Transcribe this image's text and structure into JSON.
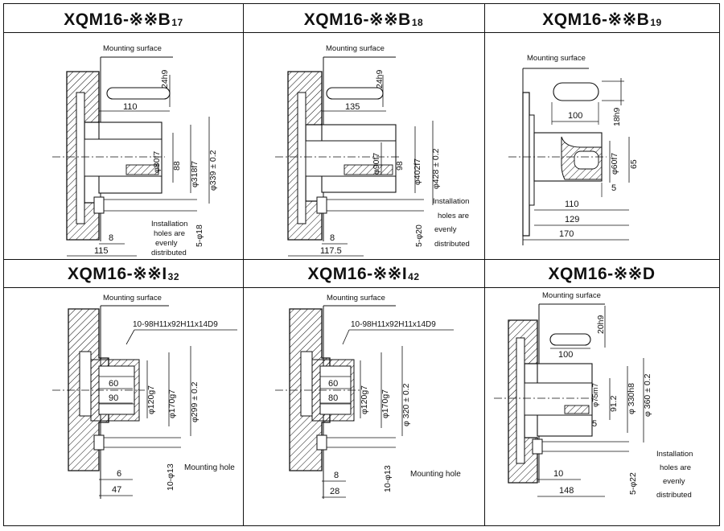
{
  "panels": [
    {
      "id": "b17",
      "title": "XQM16-※※B",
      "sub": "17",
      "mounting_surface": "Mounting surface",
      "shaft_key_len": "110",
      "key_width": "24h9",
      "d_shaft": "φ80f7",
      "d_88": "88",
      "d_pilot": "φ318f7",
      "d_pcd": "φ339 ± 0.2",
      "holes": "5-φ18",
      "bottom_small": "8",
      "bottom_total": "115",
      "note": [
        "Installation",
        "holes are",
        "evenly",
        "distributed"
      ]
    },
    {
      "id": "b18",
      "title": "XQM16-※※B",
      "sub": "18",
      "mounting_surface": "Mounting surface",
      "shaft_key_len": "135",
      "key_width": "24h9",
      "d_shaft": "φ90f7",
      "d_98": "98",
      "d_pilot": "φ402f7",
      "d_pcd": "φ428 ± 0.2",
      "holes": "5-φ20",
      "bottom_small": "8",
      "bottom_total": "117.5",
      "note": [
        "Installation",
        "holes are",
        "evenly",
        "distributed"
      ]
    },
    {
      "id": "b19",
      "title": "XQM16-※※B",
      "sub": "19",
      "mounting_surface": "Mounting surface",
      "shaft_key_len": "100",
      "key_width": "18h9",
      "d_shaft": "φ60f7",
      "d_65": "65",
      "dim_5": "5",
      "dim_110": "110",
      "dim_129": "129",
      "dim_170": "170"
    },
    {
      "id": "i32",
      "title": "XQM16-※※I",
      "sub": "32",
      "mounting_surface": "Mounting surface",
      "spline": "10-98H11x92H11x14D9",
      "d_60": "60",
      "d_90": "90",
      "d_120": "φ120g7",
      "d_170": "φ170g7",
      "d_pcd": "φ299 ± 0.2",
      "holes": "10-φ13",
      "mounting_hole": "Mounting hole",
      "bottom_small": "6",
      "bottom_total": "47"
    },
    {
      "id": "i42",
      "title": "XQM16-※※I",
      "sub": "42",
      "mounting_surface": "Mounting surface",
      "spline": "10-98H11x92H11x14D9",
      "d_60": "60",
      "d_80": "80",
      "d_120": "φ120g7",
      "d_170": "φ170g7",
      "d_pcd": "φ 320 ± 0.2",
      "holes": "10-φ13",
      "mounting_hole": "Mounting hole",
      "bottom_small": "8",
      "bottom_total": "28"
    },
    {
      "id": "d",
      "title": "XQM16-※※D",
      "sub": "",
      "mounting_surface": "Mounting surface",
      "shaft_key_len": "100",
      "key_width": "20h9",
      "d_shaft": "φ75m7",
      "d_912": "91.2",
      "d_pilot": "φ 330h8",
      "d_pcd": "φ 360 ± 0.2",
      "holes": "5-φ22",
      "dim_5": "5",
      "bottom_small": "10",
      "bottom_total": "148",
      "note": [
        "Installation",
        "holes are",
        "evenly",
        "distributed"
      ]
    }
  ]
}
